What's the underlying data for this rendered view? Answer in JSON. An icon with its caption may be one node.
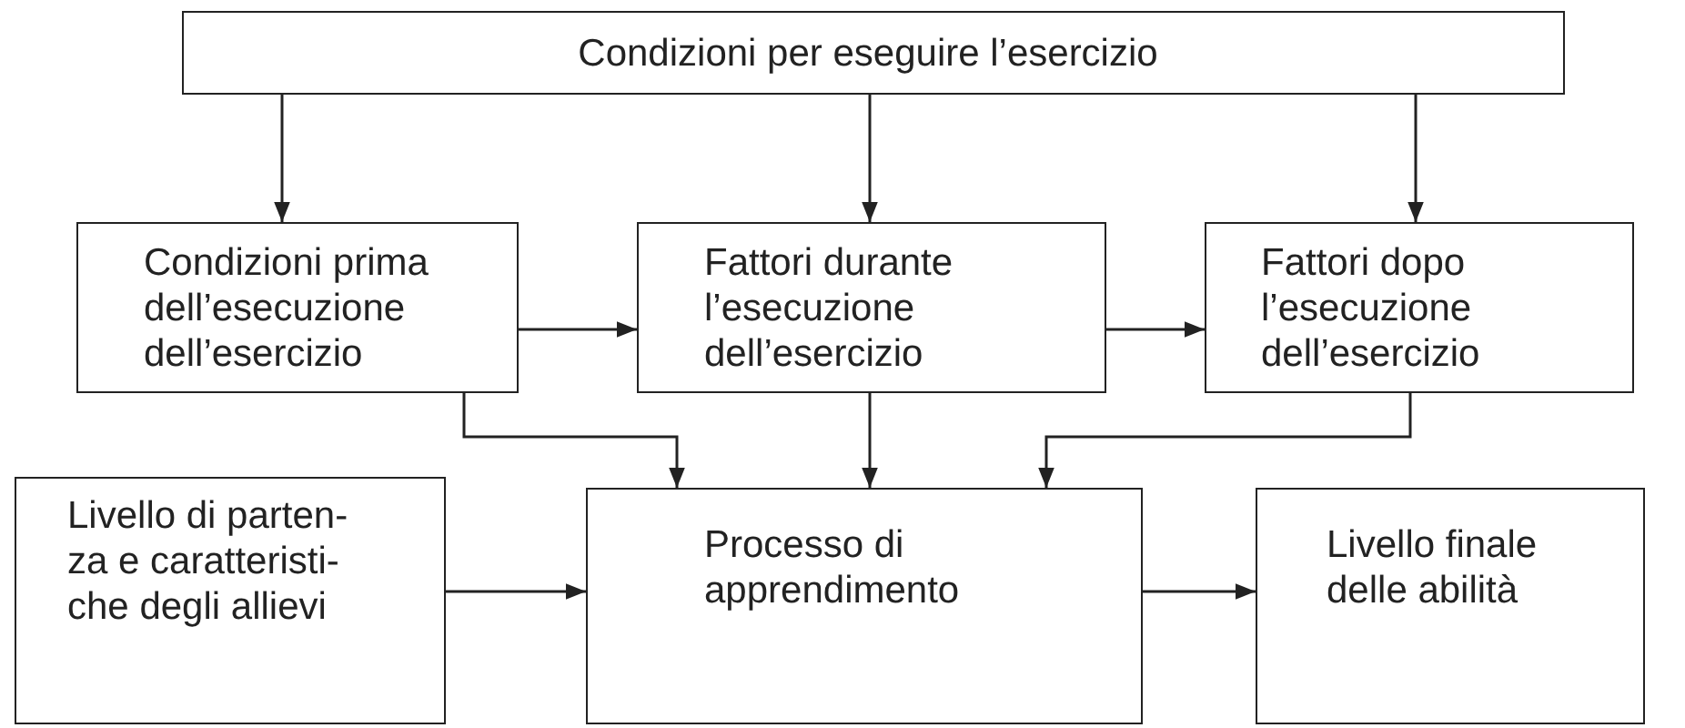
{
  "diagram": {
    "nodes": [
      {
        "text": [
          "Condizioni per eseguire l’esercizio"
        ]
      },
      {
        "text": [
          "Condizioni prima dell’esecuzione dell’esercizio"
        ]
      },
      {
        "text": [
          "Fattori durante l’esecuzione dell’esercizio"
        ]
      },
      {
        "text": [
          "Fattori dopo l’esecuzione dell’esercizio"
        ]
      },
      {
        "text": [
          "Livello di parten- za e caratteristi- che degli allievi"
        ]
      },
      {
        "text": [
          "Processo di apprendimento"
        ]
      },
      {
        "text": [
          "Livello finale delle abilità"
        ]
      }
    ],
    "edges": [
      {
        "from": 0,
        "to": 1,
        "arrow": "to"
      },
      {
        "from": 0,
        "to": 2,
        "arrow": "to"
      },
      {
        "from": 0,
        "to": 3,
        "arrow": "to"
      },
      {
        "from": 1,
        "to": 2,
        "arrow": "to"
      },
      {
        "from": 2,
        "to": 3,
        "arrow": "to"
      },
      {
        "from": 1,
        "to": 5,
        "arrow": "to"
      },
      {
        "from": 2,
        "to": 5,
        "arrow": "to"
      },
      {
        "from": 3,
        "to": 5,
        "arrow": "to"
      },
      {
        "from": 4,
        "to": 5,
        "arrow": "to"
      },
      {
        "from": 5,
        "to": 6,
        "arrow": "to"
      }
    ]
  }
}
